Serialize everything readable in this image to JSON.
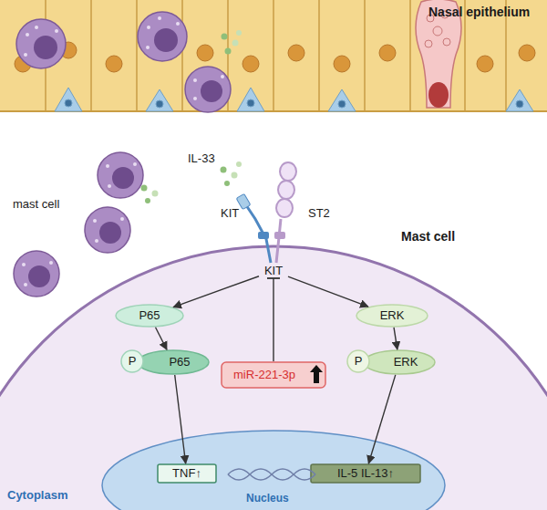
{
  "diagram": {
    "nodes": [
      {
        "text": [
          "Nasal epithelium"
        ]
      },
      {
        "text": [
          "Mast cell",
          "Cytoplasm"
        ]
      },
      {
        "text": [
          "P65"
        ],
        "in": 1
      },
      {
        "text": [
          "KIT"
        ],
        "in": 1
      },
      {
        "text": [
          "ERK"
        ],
        "in": 1
      },
      {
        "text": [
          "P"
        ],
        "in": 1
      },
      {
        "text": [
          "P65"
        ],
        "in": 1
      },
      {
        "text": [
          "P"
        ],
        "in": 1
      },
      {
        "text": [
          "ERK"
        ],
        "in": 1
      },
      {
        "text": [
          "miR-221-3p"
        ],
        "in": 1
      },
      {
        "text": [
          "Nucleus"
        ],
        "in": 1
      },
      {
        "text": [
          "TNF↑"
        ],
        "in": 10
      },
      {
        "text": [
          "IL-5 IL-13↑"
        ],
        "in": 10
      }
    ],
    "edges": [
      {
        "from": 3,
        "to": 2,
        "arrow": "to"
      },
      {
        "from": 3,
        "to": 4,
        "arrow": "to"
      },
      {
        "from": 2,
        "to": 6,
        "arrow": "to"
      },
      {
        "from": 4,
        "to": 8,
        "arrow": "to"
      },
      {
        "from": 6,
        "to": 11,
        "arrow": "to"
      },
      {
        "from": 8,
        "to": 12,
        "arrow": "to"
      },
      {
        "from": 9,
        "to": 3,
        "arrow": "to"
      }
    ],
    "labels": [
      "mast cell",
      "IL-33",
      "KIT",
      "ST2"
    ]
  }
}
